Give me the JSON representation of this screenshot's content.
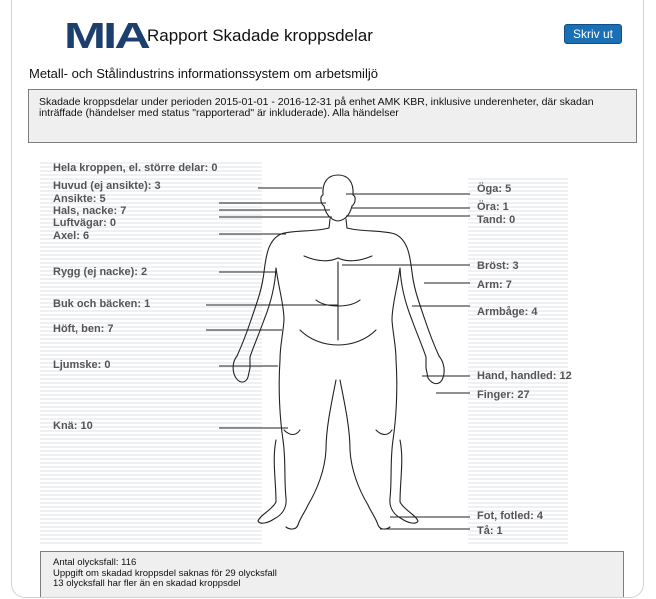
{
  "header": {
    "logo_text": "MIA",
    "title": "Rapport Skadade kroppsdelar",
    "print_label": "Skriv ut"
  },
  "subtitle": "Metall- och Stålindustrins informationssystem om arbetsmiljö",
  "info": "Skadade kroppsdelar under perioden 2015-01-01 - 2016-12-31 på enhet AMK KBR, inklusive underenheter, där skadan inträffade (händelser med status \"rapporterad\" är inkluderade). Alla händelser",
  "labels_left": [
    {
      "name": "hela-kroppen",
      "text": "Hela kroppen, el. större delar: 0"
    },
    {
      "name": "huvud",
      "text": "Huvud (ej ansikte): 3"
    },
    {
      "name": "ansikte",
      "text": "Ansikte: 5"
    },
    {
      "name": "hals-nacke",
      "text": "Hals, nacke: 7"
    },
    {
      "name": "luftvagar",
      "text": "Luftvägar: 0"
    },
    {
      "name": "axel",
      "text": "Axel: 6"
    },
    {
      "name": "rygg",
      "text": "Rygg (ej nacke): 2"
    },
    {
      "name": "buk-backen",
      "text": "Buk och bäcken: 1"
    },
    {
      "name": "hoft-ben",
      "text": "Höft, ben: 7"
    },
    {
      "name": "ljumske",
      "text": "Ljumske: 0"
    },
    {
      "name": "kna",
      "text": "Knä: 10"
    }
  ],
  "labels_right": [
    {
      "name": "oga",
      "text": "Öga: 5"
    },
    {
      "name": "ora",
      "text": "Öra: 1"
    },
    {
      "name": "tand",
      "text": "Tand: 0"
    },
    {
      "name": "brost",
      "text": "Bröst: 3"
    },
    {
      "name": "arm",
      "text": "Arm: 7"
    },
    {
      "name": "armbage",
      "text": "Armbåge: 4"
    },
    {
      "name": "hand-handled",
      "text": "Hand, handled: 12"
    },
    {
      "name": "finger",
      "text": "Finger: 27"
    },
    {
      "name": "fot-fotled",
      "text": "Fot, fotled: 4"
    },
    {
      "name": "ta",
      "text": "Tå: 1"
    }
  ],
  "summary": {
    "line1": "Antal olycksfall: 116",
    "line2": "Uppgift om skadad kroppsdel saknas för 29 olycksfall",
    "line3": "13 olycksfall har fler än en skadad kroppsdel"
  },
  "colors": {
    "accent": "#1b6fb4",
    "logo": "#1d3f6e",
    "label": "#555555"
  }
}
